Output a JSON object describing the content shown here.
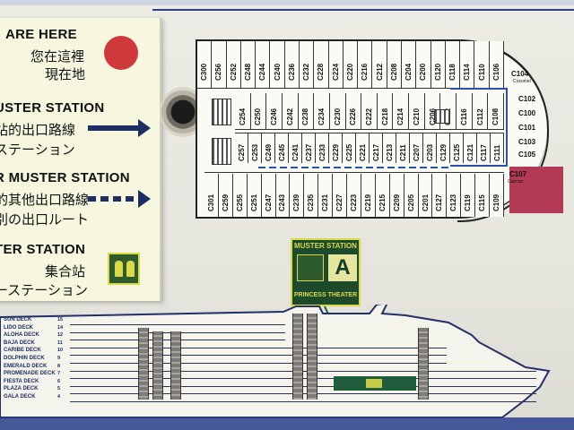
{
  "legend": {
    "here_en": "ARE HERE",
    "here_zh": "您在這裡",
    "here_ja": "現在地",
    "route_en": "USTER STATION",
    "route_zh": "站的出口路線",
    "route_ja": "ステーション",
    "alt_en": "R MUSTER STATION",
    "alt_zh": "的其他出口路線",
    "alt_ja": "別の出口ルート",
    "station_en": "TER STATION",
    "station_zh": "集合站",
    "station_ja": "ーステーション"
  },
  "deck_plan": {
    "top_row": [
      "C300",
      "C256",
      "C252",
      "C248",
      "C244",
      "C240",
      "C236",
      "C232",
      "C228",
      "C224",
      "C220",
      "C216",
      "C212",
      "C208",
      "C204",
      "C200",
      "C120",
      "C118",
      "C114",
      "C110",
      "C106"
    ],
    "upper_inner_row": [
      "C254",
      "C250",
      "C246",
      "C242",
      "C238",
      "C234",
      "C230",
      "C226",
      "C222",
      "C218",
      "C214",
      "C210",
      "C206",
      "C202",
      "C116",
      "C112",
      "C108"
    ],
    "lower_inner_row": [
      "C257",
      "C253",
      "C249",
      "C245",
      "C241",
      "C237",
      "C233",
      "C229",
      "C225",
      "C221",
      "C217",
      "C213",
      "C211",
      "C207",
      "C203",
      "C129",
      "C125",
      "C121",
      "C117",
      "C111"
    ],
    "bottom_row": [
      "C301",
      "C259",
      "C255",
      "C251",
      "C247",
      "C243",
      "C239",
      "C235",
      "C231",
      "C227",
      "C223",
      "C219",
      "C215",
      "C209",
      "C205",
      "C201",
      "C127",
      "C123",
      "C119",
      "C115",
      "C109"
    ],
    "bow_cabins": [
      "C104",
      "C102",
      "C100",
      "C101",
      "C103",
      "C105"
    ],
    "bow_top_sublabel": "Cozumel",
    "bow_suite": "C107",
    "bow_suite_sublabel": "Cancun",
    "colors": {
      "route": "#2d4fb0",
      "suite": "#b33a54",
      "here_dot": "#d0393b"
    }
  },
  "muster": {
    "title": "MUSTER STATION",
    "letter": "A",
    "venue": "PRINCESS THEATER"
  },
  "profile": {
    "decks": [
      {
        "name": "SUN DECK",
        "num": "15"
      },
      {
        "name": "LIDO DECK",
        "num": "14"
      },
      {
        "name": "ALOHA DECK",
        "num": "12"
      },
      {
        "name": "BAJA DECK",
        "num": "11"
      },
      {
        "name": "CARIBE DECK",
        "num": "10"
      },
      {
        "name": "DOLPHIN DECK",
        "num": "9"
      },
      {
        "name": "EMERALD DECK",
        "num": "8"
      },
      {
        "name": "PROMENADE DECK",
        "num": "7"
      },
      {
        "name": "FIESTA DECK",
        "num": "6"
      },
      {
        "name": "PLAZA DECK",
        "num": "5"
      },
      {
        "name": "GALA DECK",
        "num": "4"
      }
    ]
  }
}
